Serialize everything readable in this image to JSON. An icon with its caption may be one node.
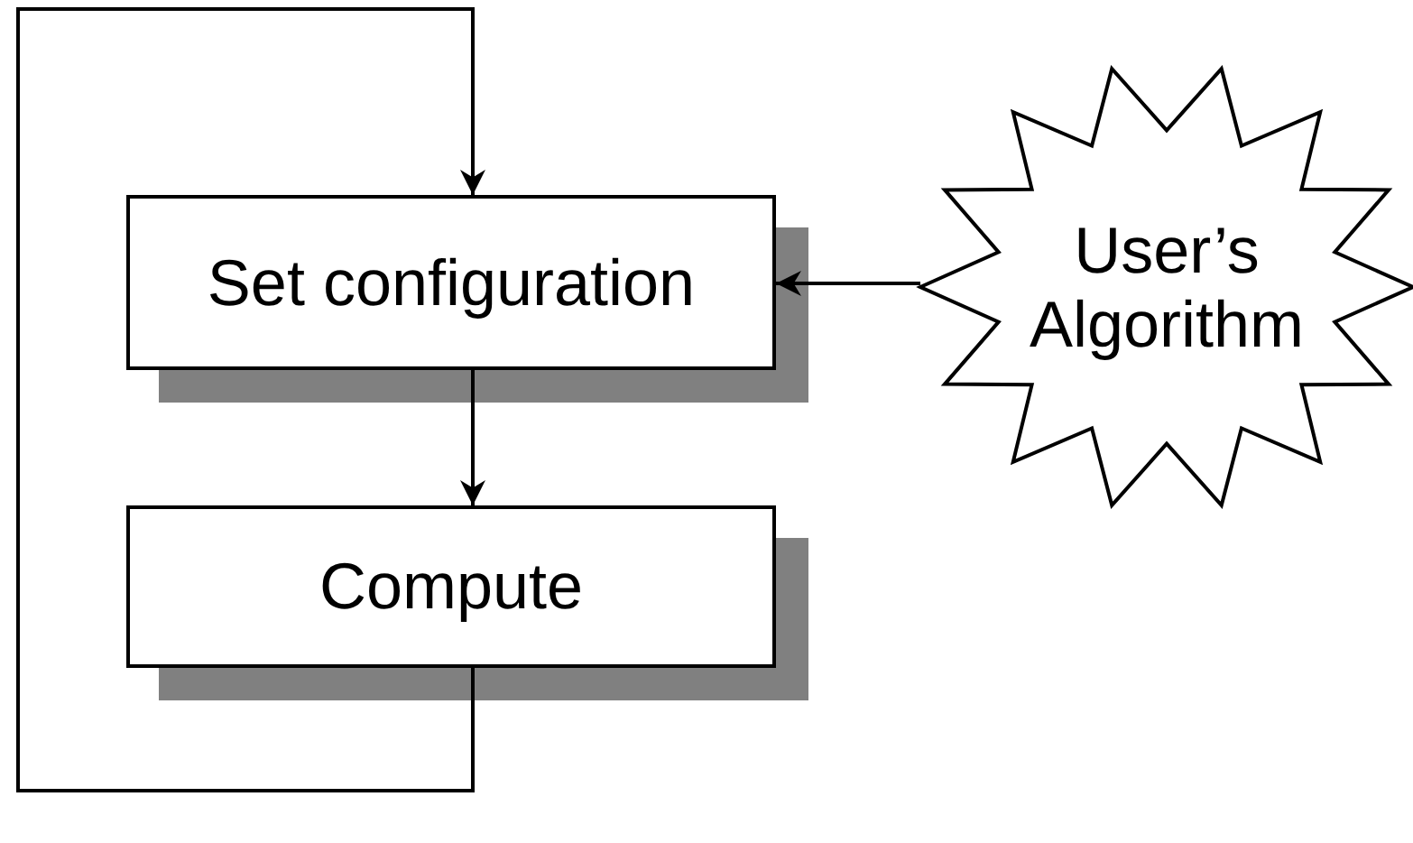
{
  "diagram": {
    "nodes": [
      {
        "text": [
          "Set configuration"
        ]
      },
      {
        "text": [
          "Compute"
        ]
      },
      {
        "text": [
          "User’s Algorithm"
        ]
      }
    ],
    "edges": [
      {
        "from": 1,
        "to": 0,
        "arrow": "to"
      },
      {
        "from": 0,
        "to": 1,
        "arrow": "to"
      },
      {
        "from": 2,
        "to": 0,
        "arrow": "to"
      }
    ]
  }
}
